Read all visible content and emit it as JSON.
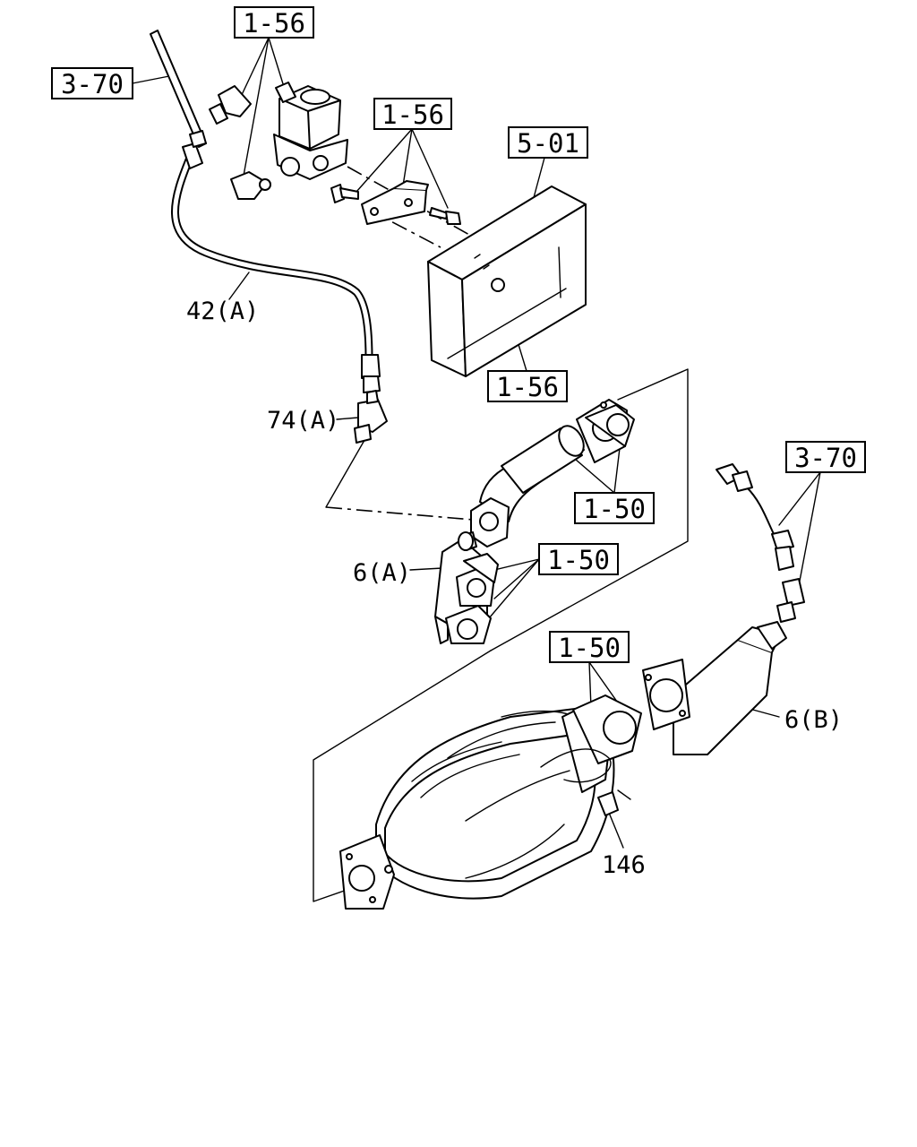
{
  "labels": {
    "ref_1_56_top": "1-56",
    "ref_3_70_left": "3-70",
    "ref_1_56_bracket": "1-56",
    "ref_5_01": "5-01",
    "ref_1_56_bottom": "1-56",
    "ref_1_50_pipe": "1-50",
    "ref_1_50_elbow": "1-50",
    "ref_3_70_right": "3-70",
    "ref_1_50_dpf": "1-50",
    "part_42a": "42(A)",
    "part_74a": "74(A)",
    "part_6a": "6(A)",
    "part_6b": "6(B)",
    "part_146": "146"
  }
}
